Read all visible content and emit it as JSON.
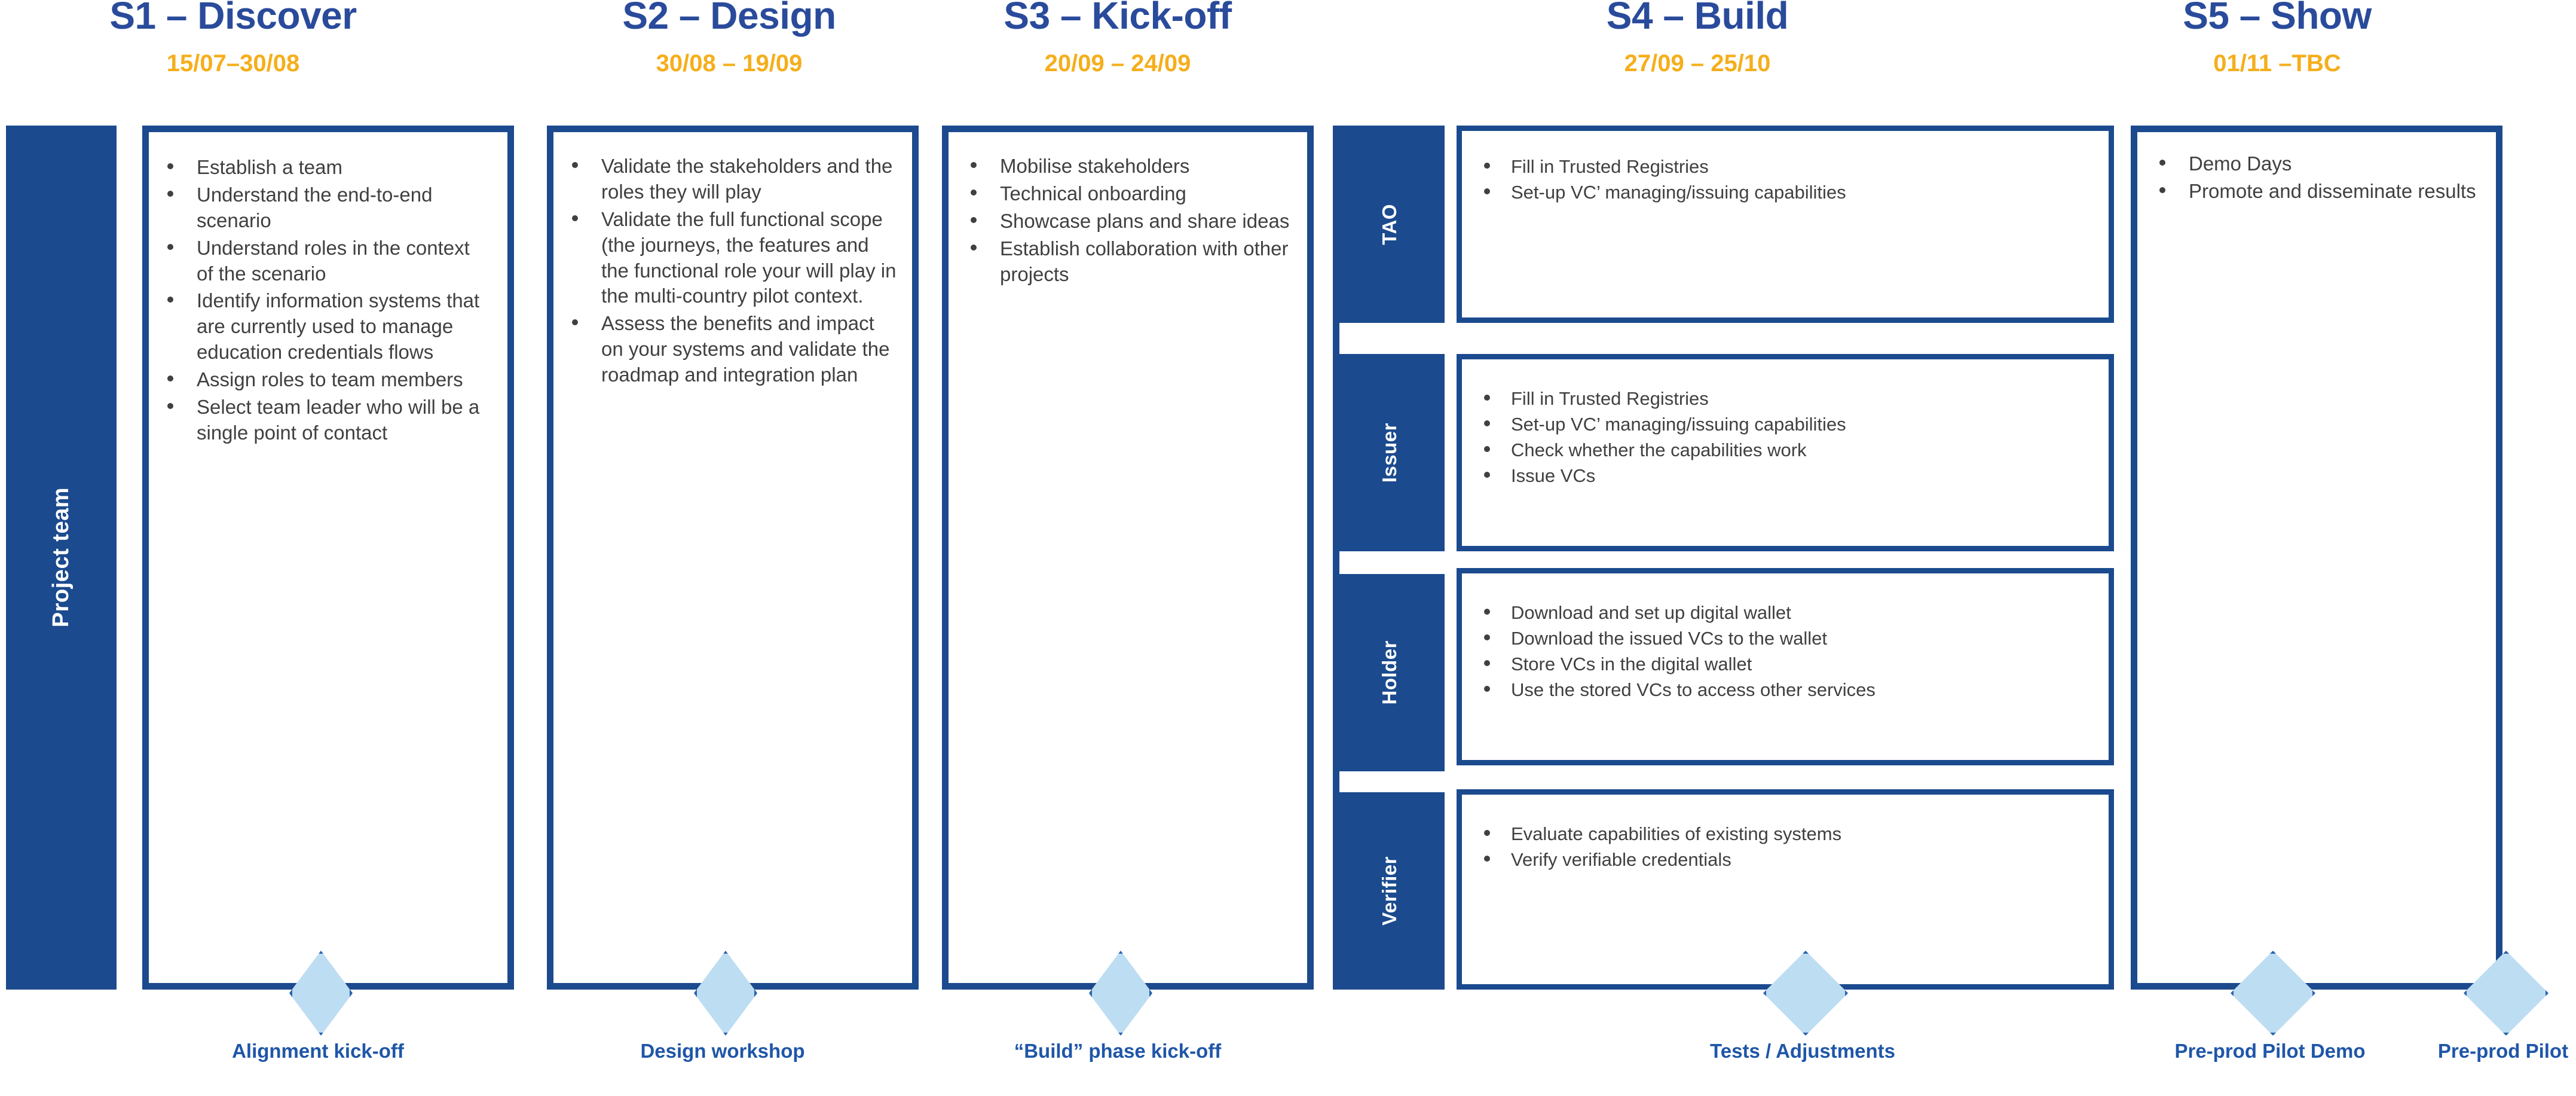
{
  "colors": {
    "brand_blue": "#1B4A8E",
    "title_blue": "#2A4B9B",
    "date_orange": "#F5AE1B",
    "diamond_fill": "#BDDDF2",
    "diamond_stroke": "#2A63AD",
    "body_text": "#404040"
  },
  "swimlane": {
    "label": "Project team"
  },
  "phases": [
    {
      "id": "s1",
      "title": "S1 – Discover",
      "dates": "15/07–30/08",
      "bullets": [
        "Establish a team",
        "Understand the end-to-end scenario",
        "Understand roles in the context of the scenario",
        "Identify information systems that are currently used to manage education credentials flows",
        "Assign roles to team members",
        "Select team leader who will be a single point of contact"
      ]
    },
    {
      "id": "s2",
      "title": "S2 – Design",
      "dates": "30/08 – 19/09",
      "bullets": [
        "Validate the stakeholders and the roles they will play",
        "Validate the full functional scope (the journeys, the features and the functional role your will play in the multi-country pilot context.",
        "Assess the benefits and impact on your systems and validate the roadmap and integration plan"
      ]
    },
    {
      "id": "s3",
      "title": "S3 – Kick-off",
      "dates": "20/09 – 24/09",
      "bullets": [
        "Mobilise stakeholders",
        "Technical onboarding",
        "Showcase plans and share ideas",
        "Establish collaboration with other projects"
      ]
    },
    {
      "id": "s4",
      "title": "S4 – Build",
      "dates": "27/09 – 25/10",
      "roles": [
        {
          "name": "TAO",
          "bullets": [
            "Fill in Trusted Registries",
            "Set-up VC’ managing/issuing capabilities"
          ]
        },
        {
          "name": "Issuer",
          "bullets": [
            "Fill in Trusted Registries",
            "Set-up VC’ managing/issuing capabilities",
            "Check whether the capabilities work",
            "Issue VCs"
          ]
        },
        {
          "name": "Holder",
          "bullets": [
            "Download and set up digital wallet",
            "Download the issued VCs to the wallet",
            "Store VCs in the digital wallet",
            "Use the stored VCs to access other services"
          ]
        },
        {
          "name": "Verifier",
          "bullets": [
            "Evaluate capabilities of existing systems",
            "Verify verifiable credentials"
          ]
        }
      ]
    },
    {
      "id": "s5",
      "title": "S5 – Show",
      "dates": "01/11 –TBC",
      "bullets": [
        "Demo Days",
        "Promote and disseminate results"
      ]
    }
  ],
  "milestones": [
    {
      "id": "m1",
      "label": "Alignment kick-off"
    },
    {
      "id": "m2",
      "label": "Design workshop"
    },
    {
      "id": "m3",
      "label": "“Build” phase kick-off"
    },
    {
      "id": "m4",
      "label": "Tests / Adjustments"
    },
    {
      "id": "m5",
      "label": "Pre-prod Pilot Demo"
    },
    {
      "id": "m6",
      "label": "Pre-prod Pilot"
    }
  ]
}
